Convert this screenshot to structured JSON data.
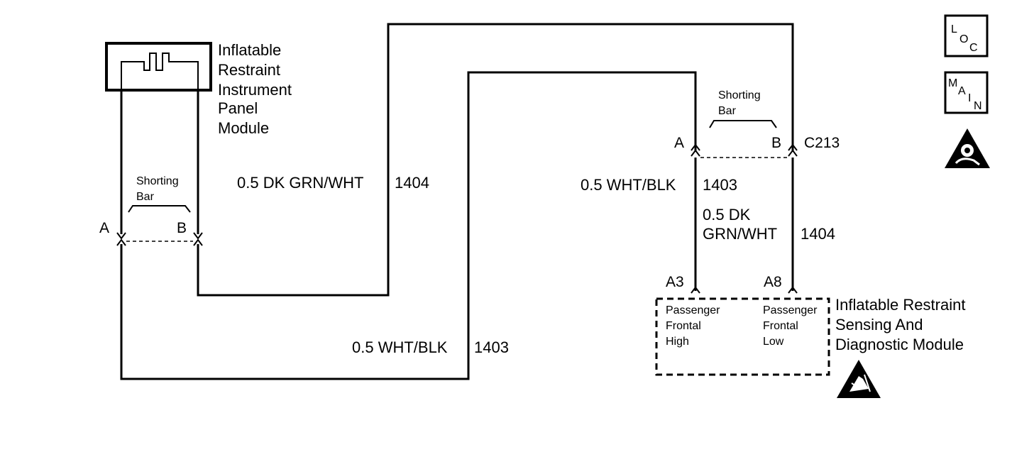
{
  "ipm": {
    "name_lines": [
      "Inflatable",
      "Restraint",
      "Instrument",
      "Panel",
      "Module"
    ],
    "shorting_bar": [
      "Shorting",
      "Bar"
    ],
    "pin_a": "A",
    "pin_b": "B"
  },
  "connector": {
    "id": "C213",
    "pin_a": "A",
    "pin_b": "B",
    "shorting_bar": [
      "Shorting",
      "Bar"
    ]
  },
  "wires": {
    "w1404_top": {
      "gauge_color": "0.5 DK GRN/WHT",
      "circuit": "1404"
    },
    "w1403_top": {
      "gauge_color": "0.5 WHT/BLK",
      "circuit": "1403"
    },
    "w1404_right": {
      "gauge_color_lines": [
        "0.5 DK",
        "GRN/WHT"
      ],
      "circuit": "1404"
    },
    "w1403_bottom": {
      "gauge_color": "0.5 WHT/BLK",
      "circuit": "1403"
    }
  },
  "sdm": {
    "name_lines": [
      "Inflatable Restraint",
      "Sensing And",
      "Diagnostic Module"
    ],
    "pin_a3": "A3",
    "pin_a8": "A8",
    "a3_label_lines": [
      "Passenger",
      "Frontal",
      "High"
    ],
    "a8_label_lines": [
      "Passenger",
      "Frontal",
      "Low"
    ]
  },
  "legend": {
    "loc_letters": [
      "L",
      "O",
      "C"
    ],
    "main_letters": [
      "M",
      "A",
      "I",
      "N"
    ],
    "icons": [
      "loc-icon",
      "main-icon",
      "airbag-warning-icon",
      "esd-warning-icon"
    ]
  }
}
